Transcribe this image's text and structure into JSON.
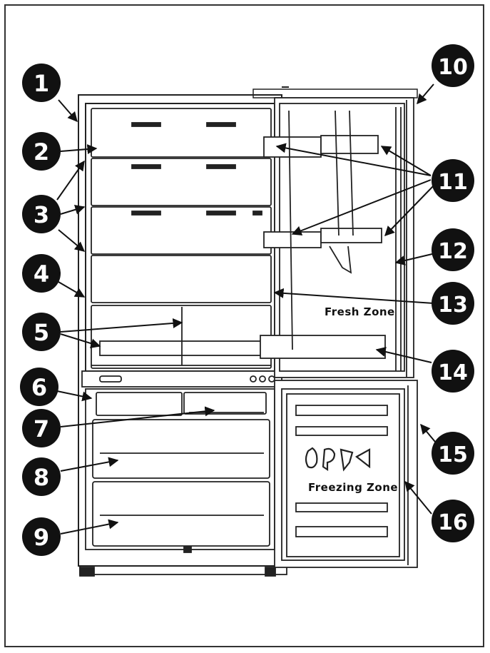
{
  "zones": {
    "fresh": "Fresh Zone",
    "freezing": "Freezing Zone"
  },
  "callouts": [
    {
      "number": "1"
    },
    {
      "number": "2"
    },
    {
      "number": "3"
    },
    {
      "number": "4"
    },
    {
      "number": "5"
    },
    {
      "number": "6"
    },
    {
      "number": "7"
    },
    {
      "number": "8"
    },
    {
      "number": "9"
    },
    {
      "number": "10"
    },
    {
      "number": "11"
    },
    {
      "number": "12"
    },
    {
      "number": "13"
    },
    {
      "number": "14"
    },
    {
      "number": "15"
    },
    {
      "number": "16"
    }
  ],
  "colors": {
    "line": "#222222",
    "badge": "#111111",
    "badge_text": "#ffffff",
    "panel": "#ffffff"
  }
}
